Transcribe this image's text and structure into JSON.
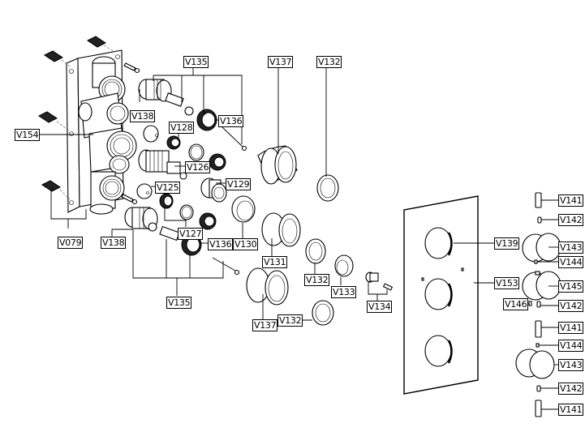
{
  "diagram": {
    "type": "exploded-parts-view",
    "subject": "three-outlet concealed thermostatic shower valve",
    "labels": {
      "v154": "V154",
      "v079": "V079",
      "v138_top": "V138",
      "v138_bottom": "V138",
      "v135_top": "V135",
      "v135_bottom": "V135",
      "v136_top": "V136",
      "v136_bottom": "V136",
      "v128": "V128",
      "v126": "V126",
      "v125": "V125",
      "v127": "V127",
      "v129": "V129",
      "v130": "V130",
      "v131": "V131",
      "v137_top": "V137",
      "v137_bottom": "V137",
      "v132_top": "V132",
      "v132_mid": "V132",
      "v132_bottom": "V132",
      "v133": "V133",
      "v134": "V134",
      "v139": "V139",
      "v153": "V153",
      "v141_a": "V141",
      "v142_a": "V142",
      "v143_a": "V143",
      "v144_a": "V144",
      "v145": "V145",
      "v146": "V146",
      "v142_b": "V142",
      "v141_b": "V141",
      "v144_b": "V144",
      "v143_b": "V143",
      "v142_c": "V142",
      "v141_c": "V141"
    }
  }
}
